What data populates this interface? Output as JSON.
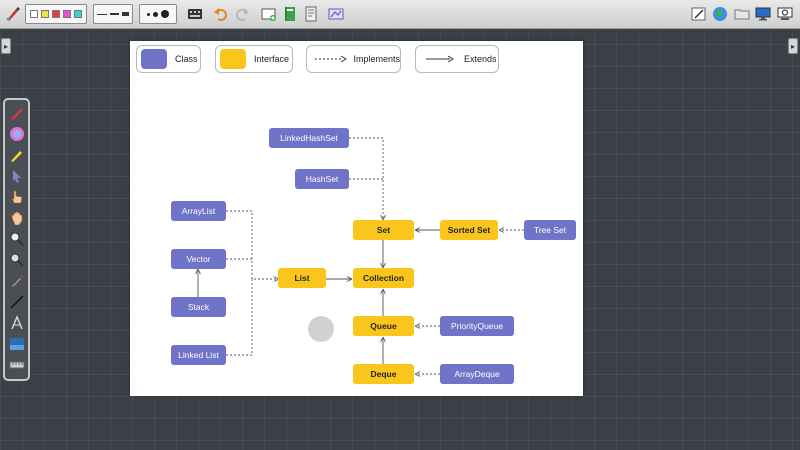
{
  "legend": {
    "class_label": "Class",
    "interface_label": "Interface",
    "implements_label": "Implements",
    "extends_label": "Extends"
  },
  "nodes": {
    "linkedhashset": "LinkedHashSet",
    "hashset": "HashSet",
    "arraylist": "ArrayList",
    "vector": "Vector",
    "stack": "Stack",
    "linkedlist": "Linked List",
    "list": "List",
    "set": "Set",
    "sortedset": "Sorted Set",
    "treeset": "Tree Set",
    "collection": "Collection",
    "queue": "Queue",
    "priorityqueue": "PriorityQueue",
    "deque": "Deque",
    "arraydeque": "ArrayDeque"
  },
  "colors": {
    "class": "#6f74c9",
    "interface": "#fbc61b",
    "edge": "#555555"
  },
  "icons": {
    "toolbar_left": [
      "pen-settings-icon"
    ],
    "toolbar_right": [
      "edit-icon",
      "globe-icon",
      "folder-icon",
      "monitor-icon",
      "settings-icon"
    ]
  }
}
